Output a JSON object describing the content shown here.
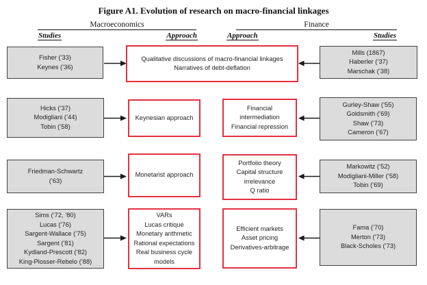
{
  "figure": {
    "title": "Figure A1. Evolution of research on macro-financial linkages"
  },
  "headers": {
    "macro_section": "Macroeconomics",
    "finance_section": "Finance",
    "macro_studies": "Studies",
    "macro_approach": "Approach",
    "finance_approach": "Approach",
    "finance_studies": "Studies"
  },
  "rows": [
    {
      "macro_studies": [
        "Fisher (’33)",
        "Keynes (’36)"
      ],
      "approach_center": [
        "Qualitative discussions of macro-financial linkages",
        "Narratives of debt-deflation"
      ],
      "finance_studies": [
        "Mills (1867)",
        "Haberler (’37)",
        "Marschak (’38)"
      ]
    },
    {
      "macro_studies": [
        "Hicks (’37)",
        "Modigliani (’44)",
        "Tobin (’58)"
      ],
      "macro_approach": [
        "Keynesian approach"
      ],
      "finance_approach": [
        "Financial",
        "intermediation",
        "Financial repression"
      ],
      "finance_studies": [
        "Gurley-Shaw (’55)",
        "Goldsmith (’69)",
        "Shaw (’73)",
        "Cameron (’67)"
      ]
    },
    {
      "macro_studies": [
        "Friedman-Schwartz",
        "(’63)"
      ],
      "macro_approach": [
        "Monetarist approach"
      ],
      "finance_approach": [
        "Portfolio theory",
        "Capital structure",
        "irrelevance",
        "Q ratio"
      ],
      "finance_studies": [
        "Markowitz (’52)",
        "Modigliani-Miller (’58)",
        "Tobin (’69)"
      ]
    },
    {
      "macro_studies": [
        "Sims (’72, ’80)",
        "Lucas (’76)",
        "Sargent-Wallace (’75)",
        "Sargent (’81)",
        "Kydland-Prescott (’82)",
        "King-Plosser-Rebelo (’88)"
      ],
      "macro_approach": [
        "VARs",
        "Lucas critique",
        "Monetary arithmetic",
        "Rational expectations",
        "Real business cycle",
        "models"
      ],
      "finance_approach": [
        "Efficient markets",
        "Asset pricing",
        "Derivatives-arbitrage"
      ],
      "finance_studies": [
        "Fama (’70)",
        "Merton (’73)",
        "Black-Scholes (’73)"
      ]
    }
  ],
  "colors": {
    "box_fill": "#dcdcdc",
    "box_border": "#404040",
    "approach_border": "#e4303f",
    "text": "#222222"
  }
}
